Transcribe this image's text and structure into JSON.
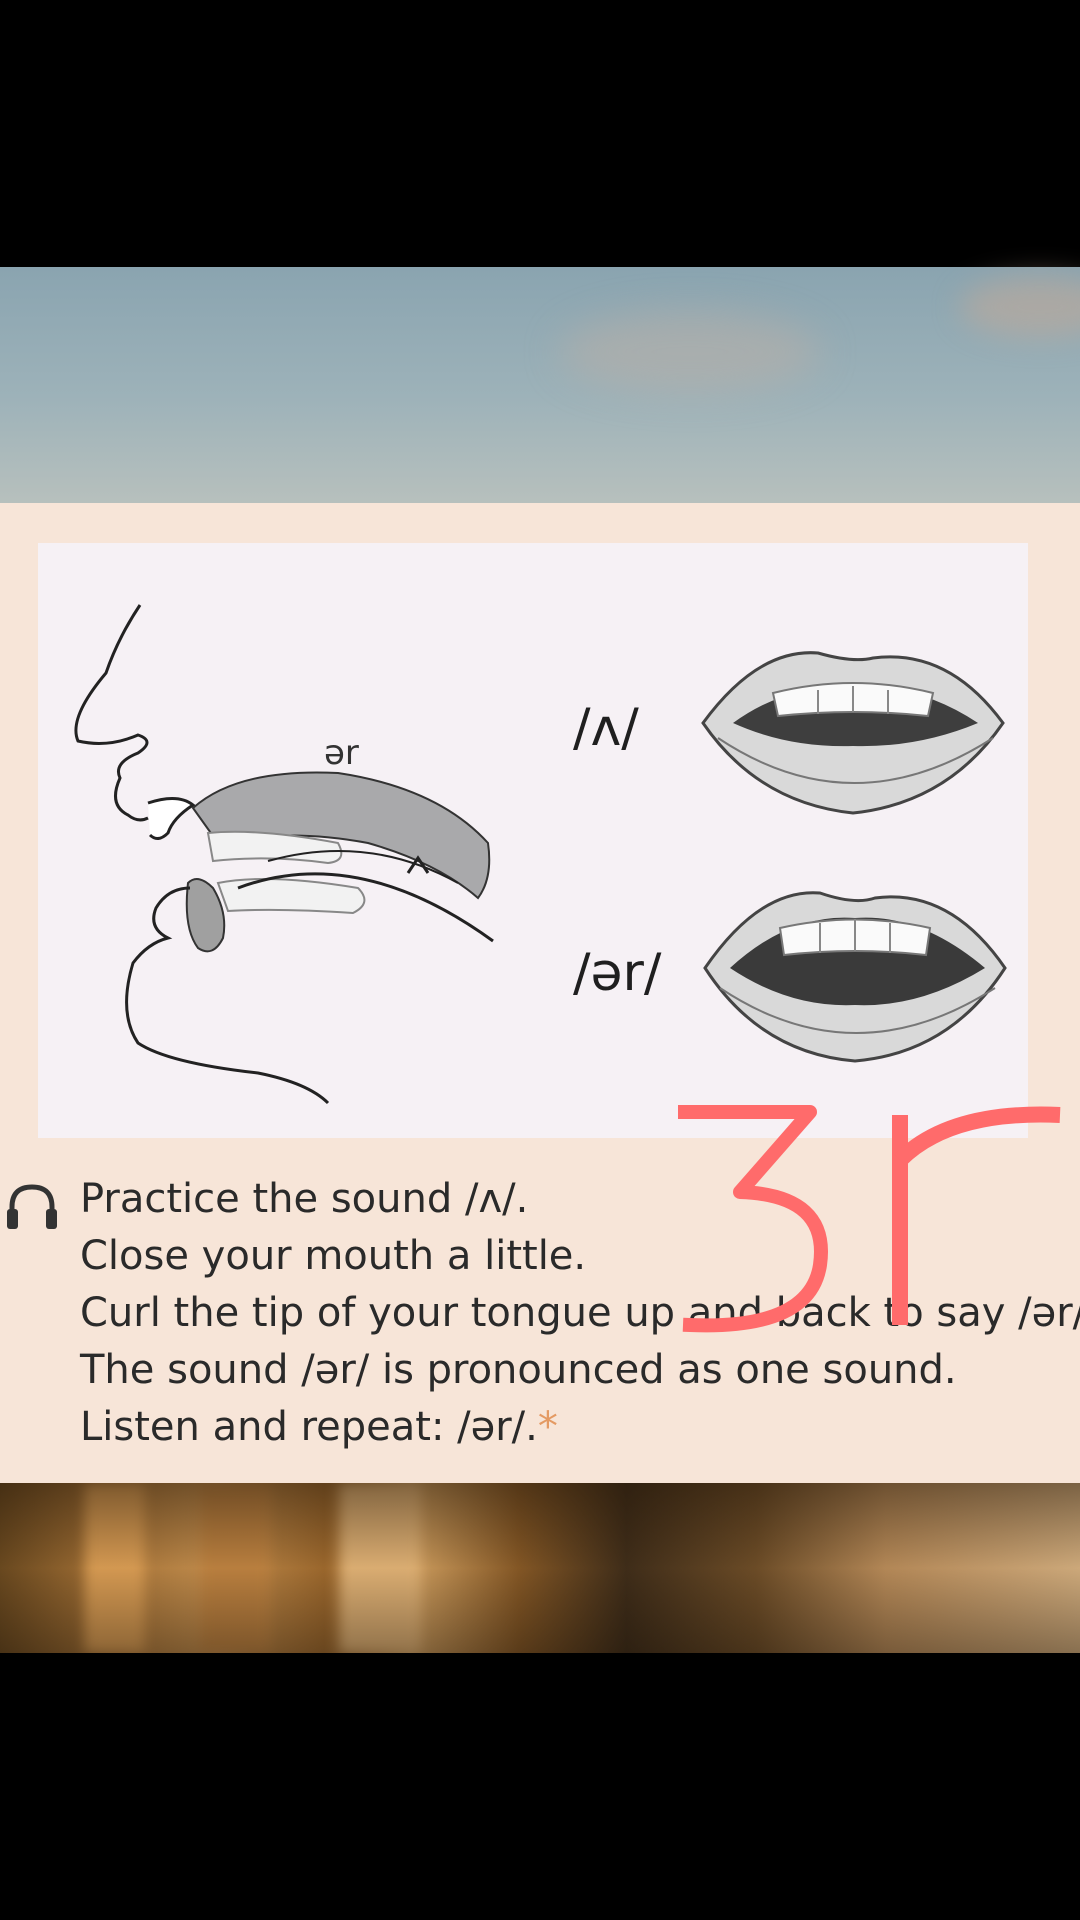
{
  "figure": {
    "tongue_label": "ər",
    "phoneme_uh": "/ʌ/",
    "phoneme_er": "/ər/"
  },
  "instructions": {
    "lines": [
      "Practice the sound /ʌ/.",
      "Close your mouth a little.",
      "Curl the tip of your tongue up and back to say /ər/.",
      "The sound /ər/ is pronounced as one sound.",
      "Listen and repeat: /ər/."
    ],
    "asterisk": "*"
  },
  "handwriting": {
    "text": "3r",
    "color": "#ff6b6b"
  },
  "icons": {
    "audio": "headphones-icon"
  },
  "colors": {
    "page_background": "#f7e5d8",
    "figure_background": "#f6f1f5",
    "accent_asterisk": "#e49a63"
  }
}
